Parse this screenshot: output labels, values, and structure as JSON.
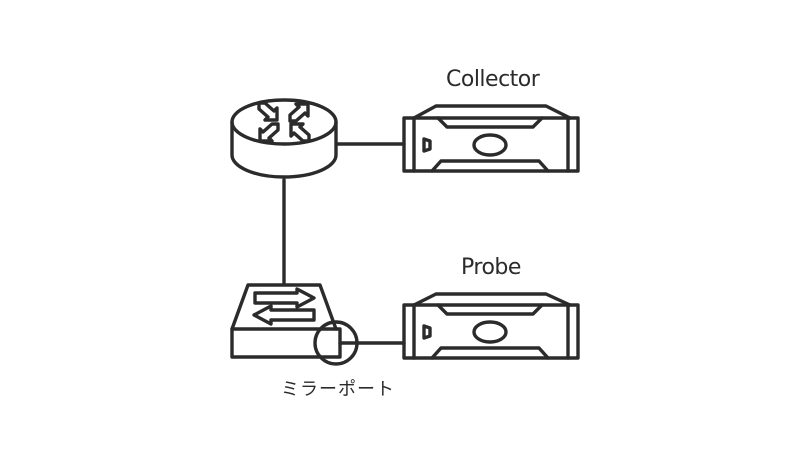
{
  "diagram": {
    "stroke_color": "#2b2b2b",
    "background": "#ffffff",
    "nodes": [
      {
        "id": "router",
        "type": "router-icon",
        "label": ""
      },
      {
        "id": "collector",
        "type": "server-appliance-icon",
        "label": "Collector"
      },
      {
        "id": "switch",
        "type": "switch-icon",
        "label": ""
      },
      {
        "id": "probe",
        "type": "server-appliance-icon",
        "label": "Probe"
      }
    ],
    "edges": [
      {
        "from": "router",
        "to": "collector"
      },
      {
        "from": "router",
        "to": "switch"
      },
      {
        "from": "switch",
        "to": "probe",
        "via": "mirror-port"
      }
    ],
    "labels": {
      "collector": "Collector",
      "probe": "Probe",
      "mirror_port": "ミラーポート"
    }
  }
}
